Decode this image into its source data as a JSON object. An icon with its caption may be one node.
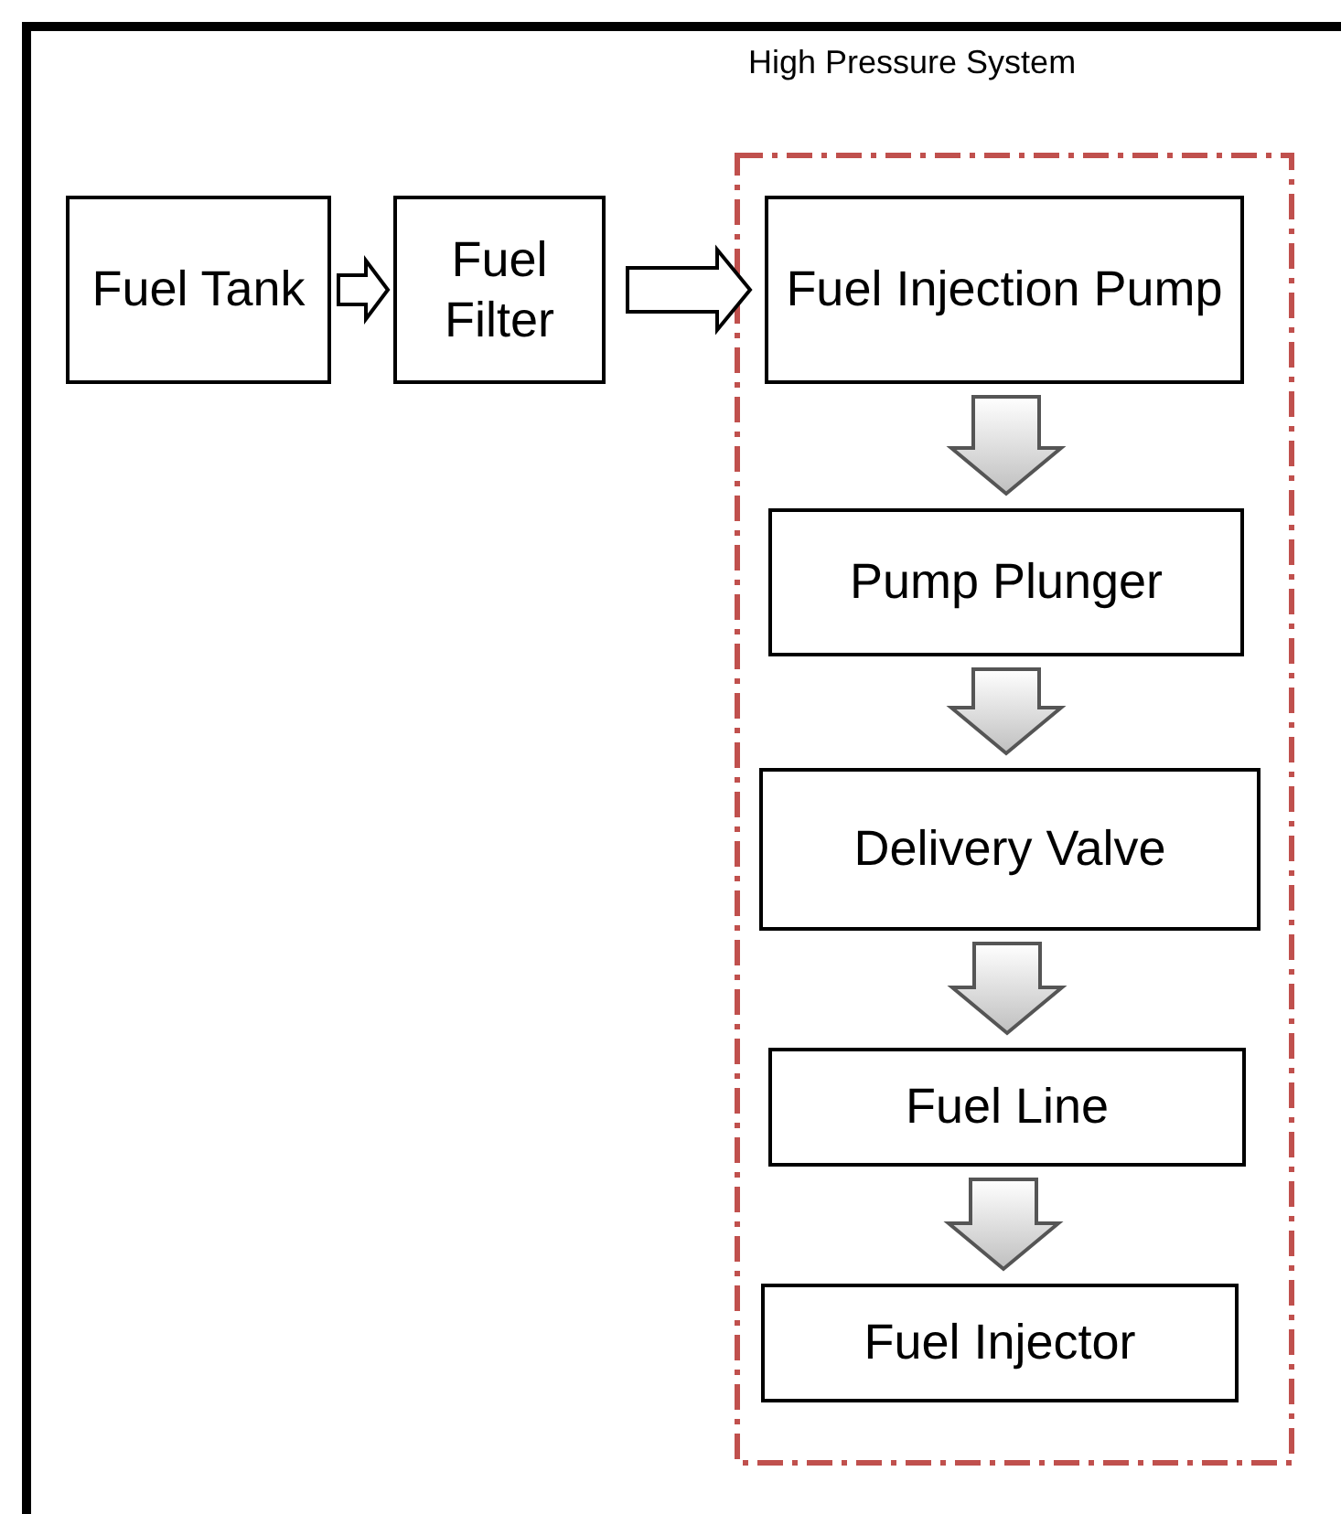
{
  "diagram": {
    "nodes": [
      {
        "text": [
          "High Pressure System"
        ]
      },
      {
        "text": [
          "Fuel Tank"
        ]
      },
      {
        "text": [
          "Fuel Filter"
        ]
      },
      {
        "text": [
          "Fuel Injection Pump"
        ],
        "in": 0
      },
      {
        "text": [
          "Pump Plunger"
        ],
        "in": 0
      },
      {
        "text": [
          "Delivery Valve"
        ],
        "in": 0
      },
      {
        "text": [
          "Fuel Line"
        ],
        "in": 0
      },
      {
        "text": [
          "Fuel Injector"
        ],
        "in": 0
      }
    ],
    "edges": [
      {
        "from": 1,
        "to": 2,
        "arrow": "to",
        "color": "#ffffff"
      },
      {
        "from": 2,
        "to": 3,
        "arrow": "to",
        "color": "#ffffff"
      },
      {
        "from": 3,
        "to": 4,
        "arrow": "to"
      },
      {
        "from": 4,
        "to": 5,
        "arrow": "to"
      },
      {
        "from": 5,
        "to": 6,
        "arrow": "to"
      },
      {
        "from": 6,
        "to": 7,
        "arrow": "to"
      }
    ]
  }
}
